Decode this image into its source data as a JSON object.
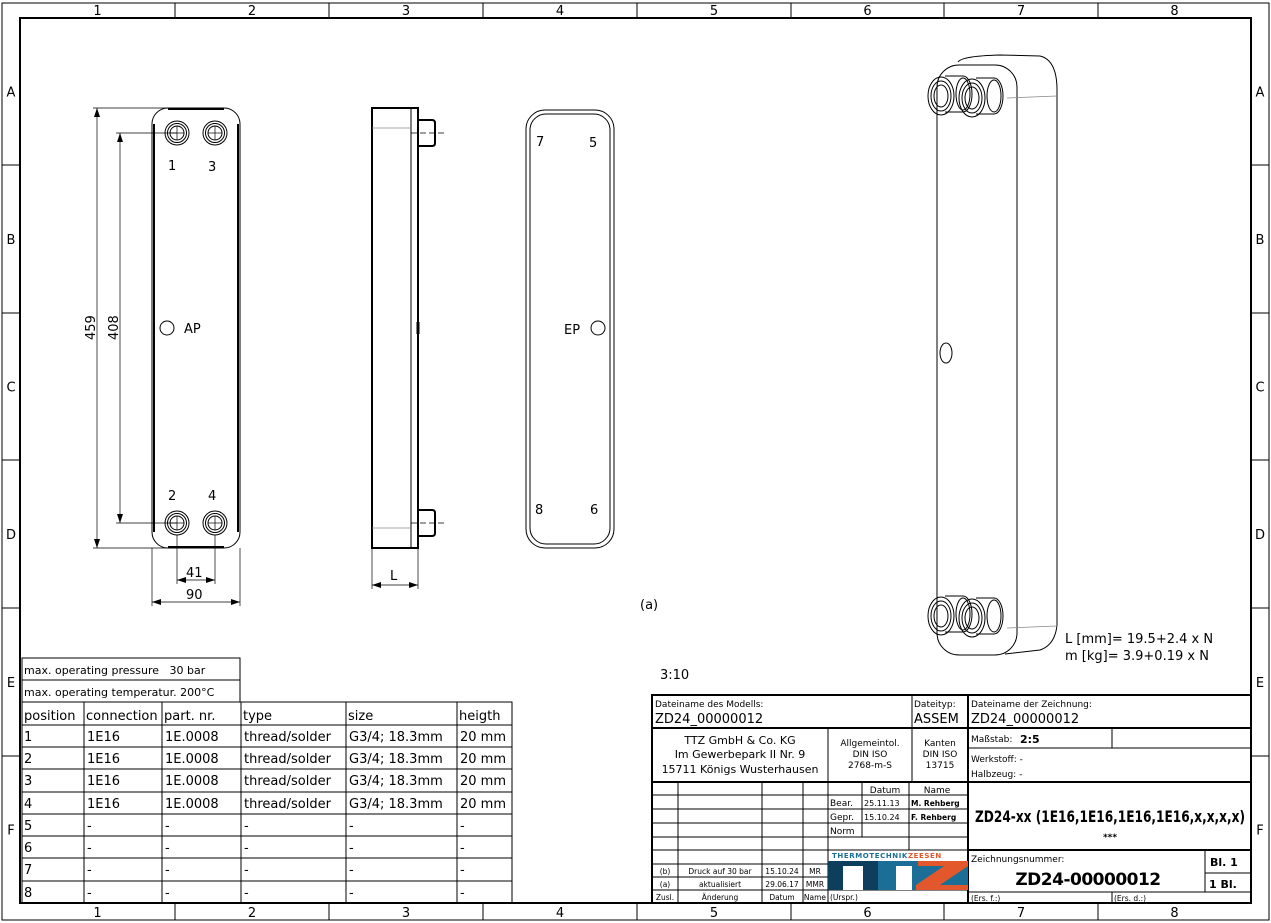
{
  "frame": {
    "columns": [
      "1",
      "2",
      "3",
      "4",
      "5",
      "6",
      "7",
      "8"
    ],
    "rows": [
      "A",
      "B",
      "C",
      "D",
      "E",
      "F"
    ]
  },
  "views": {
    "front": {
      "port_labels": [
        "1",
        "3",
        "2",
        "4"
      ],
      "marker": "AP",
      "dims": {
        "overall_height": "459",
        "port_spacing_vertical": "408",
        "port_spacing_horizontal": "41",
        "width": "90"
      }
    },
    "side": {
      "dim_label": "L"
    },
    "back": {
      "port_labels": [
        "7",
        "5",
        "8",
        "6"
      ],
      "marker": "EP"
    },
    "revision_marker": "(a)",
    "scale_note": "3:10",
    "formula": {
      "length": "L [mm]= 19.5+2.4 x N",
      "mass": "m [kg]= 3.9+0.19 x N"
    }
  },
  "specs": {
    "pressure": "max. operating pressure   30 bar",
    "temperature": "max. operating temperatur. 200°C"
  },
  "connection_table": {
    "headers": [
      "position",
      "connection",
      "part. nr.",
      "type",
      "size",
      "heigth"
    ],
    "rows": [
      [
        "1",
        "1E16",
        "1E.0008",
        "thread/solder",
        "G3/4; 18.3mm",
        "20 mm"
      ],
      [
        "2",
        "1E16",
        "1E.0008",
        "thread/solder",
        "G3/4; 18.3mm",
        "20 mm"
      ],
      [
        "3",
        "1E16",
        "1E.0008",
        "thread/solder",
        "G3/4; 18.3mm",
        "20 mm"
      ],
      [
        "4",
        "1E16",
        "1E.0008",
        "thread/solder",
        "G3/4; 18.3mm",
        "20 mm"
      ],
      [
        "5",
        "-",
        "-",
        "-",
        "-",
        "-"
      ],
      [
        "6",
        "-",
        "-",
        "-",
        "-",
        "-"
      ],
      [
        "7",
        "-",
        "-",
        "-",
        "-",
        "-"
      ],
      [
        "8",
        "-",
        "-",
        "-",
        "-",
        "-"
      ]
    ]
  },
  "title_block": {
    "model_file_label": "Dateiname des Modells:",
    "model_file": "ZD24_00000012",
    "file_type_label": "Dateityp:",
    "file_type": "ASSEM",
    "drawing_file_label": "Dateiname der Zeichnung:",
    "drawing_file": "ZD24_00000012",
    "company": [
      "TTZ GmbH & Co. KG",
      "Im Gewerbepark II Nr. 9",
      "15711 Königs Wusterhausen"
    ],
    "general_tolerance": [
      "Allgemeintol.",
      "DIN ISO",
      "2768-m-S"
    ],
    "edges": [
      "Kanten",
      "DIN ISO",
      "13715"
    ],
    "scale_label": "Maßstab:",
    "scale": "2:5",
    "material": "Werkstoff: -",
    "semi_finished": "Halbzeug: -",
    "approvals": {
      "headers": [
        "Datum",
        "Name"
      ],
      "rows": [
        {
          "label": "Bear.",
          "date": "25.11.13",
          "name": "M. Rehberg"
        },
        {
          "label": "Gepr.",
          "date": "15.10.24",
          "name": "F. Rehberg"
        },
        {
          "label": "Norm",
          "date": "",
          "name": ""
        }
      ]
    },
    "revisions": [
      {
        "id": "(b)",
        "change": "Druck auf 30 bar",
        "date": "15.10.24",
        "name": "MR"
      },
      {
        "id": "(a)",
        "change": "aktualisiert",
        "date": "29.06.17",
        "name": "MMR"
      }
    ],
    "revision_headers": [
      "Zusl.",
      "Änderung",
      "Datum",
      "Name"
    ],
    "origin_label": "(Urspr.)",
    "logo_text": {
      "part1": "THERMOTECHNIK",
      "part2": "ZEESEN",
      "letters": "TTZ"
    },
    "logo_colors": {
      "blue_dark": "#0d3f5c",
      "blue": "#1b6f96",
      "orange": "#e2572b"
    },
    "product_title": "ZD24-xx  (1E16,1E16,1E16,1E16,x,x,x,x)",
    "product_subtitle": "***",
    "drawing_number_label": "Zeichnungsnummer:",
    "drawing_number": "ZD24-00000012",
    "sheet": "Bl. 1",
    "sheets_total": "1 Bl.",
    "replaces": "(Ers. f.:)",
    "replaced_by": "(Ers. d.:)"
  }
}
